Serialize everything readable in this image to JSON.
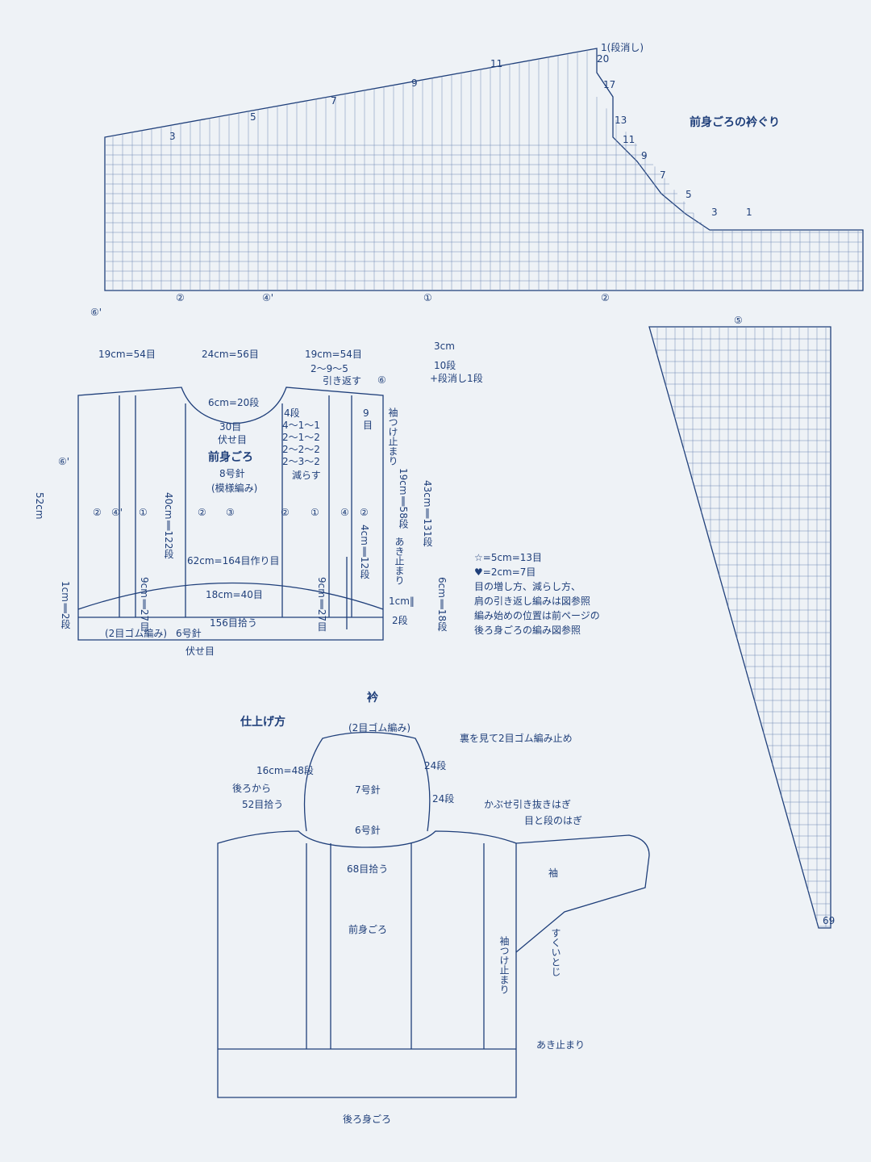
{
  "colors": {
    "ink": "#1f3f7a",
    "paper": "#eef2f6",
    "grid": "#6f87b3"
  },
  "chart_top": {
    "title": "前身ごろの衿ぐり",
    "row_labels": {
      "r1": "1(段消し)",
      "r20": "20",
      "r17": "17",
      "r13": "13",
      "r11": "11",
      "r9": "9",
      "r7": "7",
      "r5": "5",
      "r3": "3",
      "r1b": "1"
    },
    "turn_labels": [
      "3",
      "5",
      "7",
      "9",
      "11"
    ],
    "section_marks": [
      "⑥'",
      "②",
      "④'",
      "①",
      "②"
    ]
  },
  "chart_right": {
    "top_mark": "⑤",
    "bottom_number": "69"
  },
  "schematic": {
    "widths": [
      "19cm=54目",
      "24cm=56目",
      "19cm=54目"
    ],
    "neck_top": "3cm",
    "neck_rows": "10段",
    "neck_short": "+段消し1段",
    "short_row": "2〜9〜5",
    "short_row_note": "引き返す",
    "mark6": "⑥",
    "neck_depth": "6cm=20段",
    "center_bind": "30目",
    "center_bind_note": "伏せ目",
    "dec_rows": [
      "4段",
      "4〜1〜1",
      "2〜1〜2",
      "2〜2〜2",
      "2〜3〜2"
    ],
    "dec_note": "減らす",
    "nine": "9",
    "nine_unit": "目",
    "piece_name": "前身ごろ",
    "needle": "8号針",
    "stitch": "(模様編み)",
    "mark6p": "⑥'",
    "height": "52cm",
    "body_height": "40cm‖122段",
    "armhole_start": "袖つけ止まり",
    "armhole": "19cm‖58段",
    "total_height": "43cm‖131段",
    "slit": "4cm‖12段",
    "slit_note": "あき止まり",
    "hem": "6cm‖18段",
    "cast_on": "62cm=164目作り目",
    "col_marks": [
      "②",
      "④'",
      "①",
      "②",
      "③",
      "②",
      "①",
      "④",
      "②"
    ],
    "left_edge": "1cm‖2段",
    "right_edge": "1cm‖",
    "right_edge2": "2段",
    "nine_cm_l": "9cm‖27目",
    "nine_cm_r": "9cm‖27目",
    "center_18": "18cm=40目",
    "pickup": "156目拾う",
    "rib": "(2目ゴム編み)",
    "rib_needle": "6号針",
    "bind_off": "伏せ目"
  },
  "notes": [
    "☆=5cm=13目",
    "♥=2cm=7目",
    "目の増し方、減らし方、",
    "肩の引き返し編みは図参照",
    "編み始めの位置は前ページの",
    "後ろ身ごろの編み図参照"
  ],
  "finishing": {
    "title": "仕上げ方",
    "collar": "衿",
    "collar_rib": "(2目ゴム編み)",
    "collar_bind": "裏を見て2目ゴム編み止め",
    "collar_width": "16cm=48段",
    "rows24a": "24段",
    "rows24b": "24段",
    "needle7": "7号針",
    "needle6": "6号針",
    "back_pick": "後ろから",
    "back_pick2": "52目拾う",
    "front_pick": "68目拾う",
    "kabuse": "かぶせ引き抜きはぎ",
    "me_dan": "目と段のはぎ",
    "sleeve": "袖",
    "front": "前身ごろ",
    "sukui": "すくいとじ",
    "sleeve_stop": "袖つけ止まり",
    "aki": "あき止まり",
    "back": "後ろ身ごろ"
  }
}
